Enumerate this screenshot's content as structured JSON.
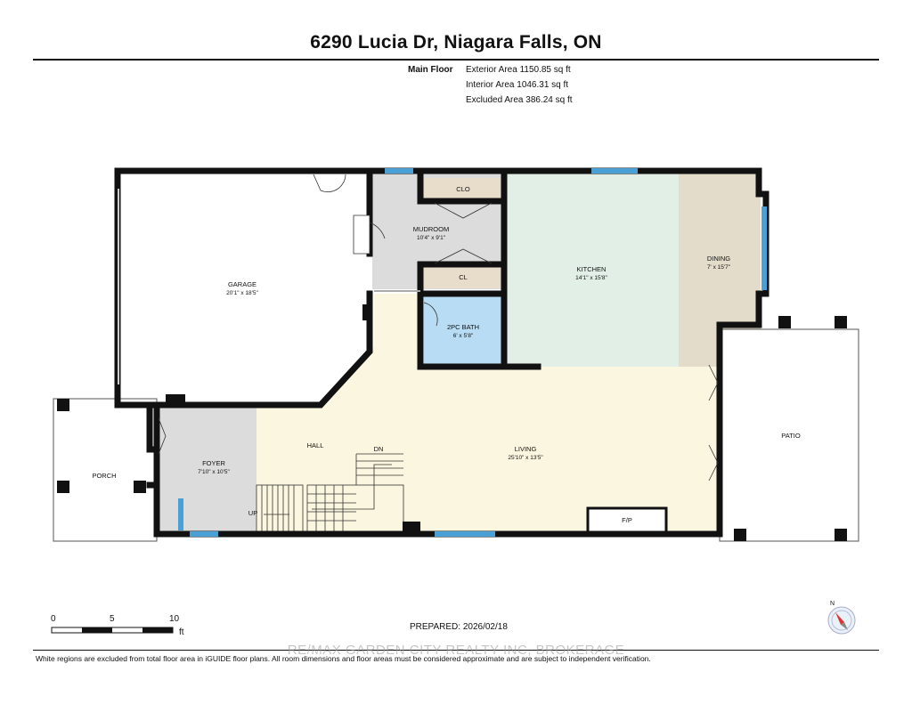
{
  "header": {
    "title": "6290 Lucia Dr, Niagara Falls, ON"
  },
  "areas": {
    "floor_label": "Main Floor",
    "exterior": "Exterior Area 1150.85 sq ft",
    "interior": "Interior Area 1046.31 sq ft",
    "excluded": "Excluded Area 386.24 sq ft"
  },
  "rooms": {
    "garage": {
      "name": "GARAGE",
      "dims": "20'1\" x 18'5\""
    },
    "mudroom": {
      "name": "MUDROOM",
      "dims": "10'4\" x 9'1\""
    },
    "clo": {
      "name": "CLO"
    },
    "cl": {
      "name": "CL"
    },
    "kitchen": {
      "name": "KITCHEN",
      "dims": "14'1\" x 15'8\""
    },
    "dining": {
      "name": "DINING",
      "dims": "7' x 15'7\""
    },
    "bath": {
      "name": "2PC BATH",
      "dims": "6' x 5'8\""
    },
    "hall": {
      "name": "HALL"
    },
    "dn": {
      "name": "DN"
    },
    "up": {
      "name": "UP"
    },
    "living": {
      "name": "LIVING",
      "dims": "25'10\" x 13'5\""
    },
    "foyer": {
      "name": "FOYER",
      "dims": "7'10\" x 10'5\""
    },
    "porch": {
      "name": "PORCH"
    },
    "patio": {
      "name": "PATIO"
    },
    "fp": {
      "name": "F/P"
    }
  },
  "scale": {
    "zero": "0",
    "five": "5",
    "ten": "10",
    "unit": "ft"
  },
  "compass": {
    "north": "N"
  },
  "prepared": "PREPARED: 2026/02/18",
  "watermark": "RE/MAX GARDEN CITY REALTY INC, BROKERAGE",
  "footer": "White regions are excluded from total floor area in iGUIDE floor plans. All room dimensions and floor areas must be considered approximate and are subject to independent verification.",
  "colors": {
    "wall": "#111111",
    "garage": "#ffffff",
    "mudroom": "#dcdcdc",
    "closet": "#e8dccb",
    "kitchen": "#e1efe6",
    "dining": "#e4dccb",
    "bath": "#b7dcf4",
    "living": "#fbf6df",
    "foyer": "#dcdcdc",
    "window": "#4a9fd4"
  }
}
